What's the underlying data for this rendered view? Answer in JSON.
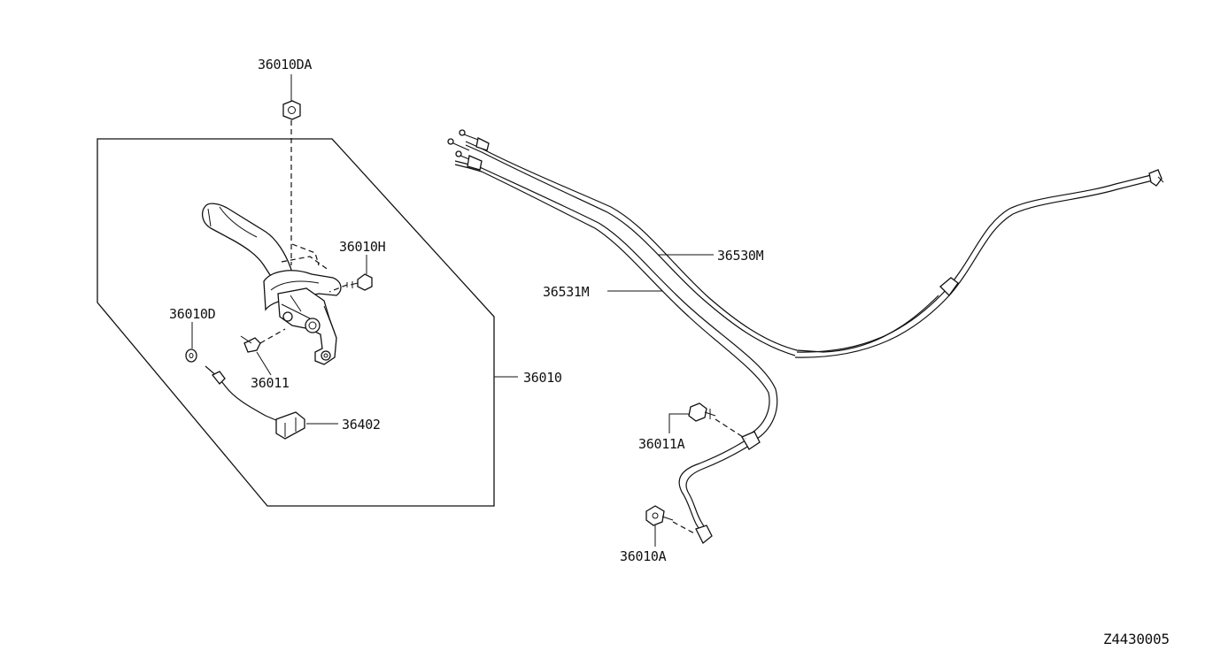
{
  "diagram_code": "Z4430005",
  "callouts": {
    "nut_top": "36010DA",
    "bolt_right": "36010H",
    "washer_left": "36010D",
    "clip": "36011",
    "assembly": "36010",
    "switch": "36402",
    "cable_front": "36530M",
    "cable_rear": "36531M",
    "bracket_bolt_upper": "36011A",
    "bracket_bolt_lower": "36010A"
  }
}
